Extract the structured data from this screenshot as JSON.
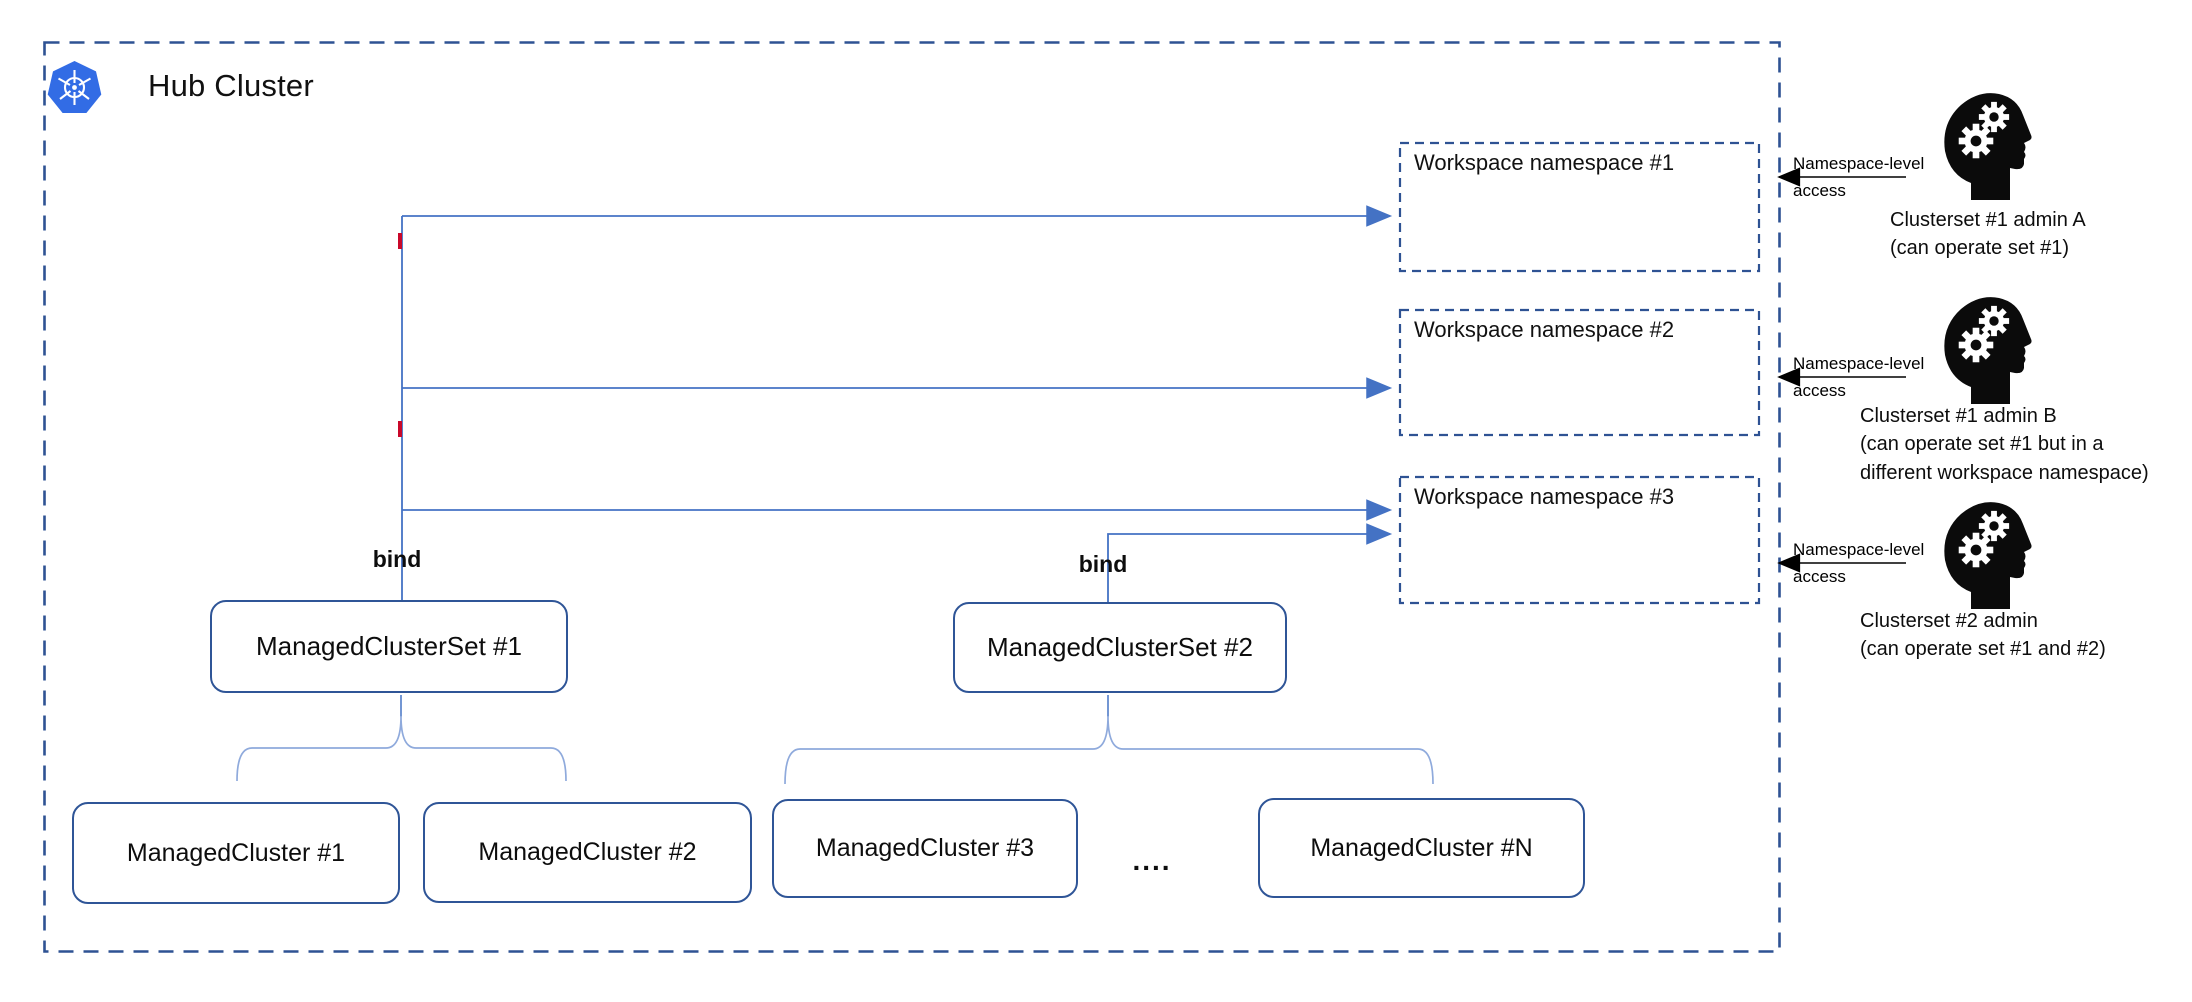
{
  "hub": {
    "title": "Hub Cluster"
  },
  "workspaces": [
    {
      "label": "Workspace namespace #1"
    },
    {
      "label": "Workspace namespace #2"
    },
    {
      "label": "Workspace namespace #3"
    }
  ],
  "bind_labels": [
    {
      "label": "bind"
    },
    {
      "label": "bind"
    }
  ],
  "clustersets": [
    {
      "label": "ManagedClusterSet #1"
    },
    {
      "label": "ManagedClusterSet #2"
    }
  ],
  "clusters": [
    {
      "label": "ManagedCluster #1"
    },
    {
      "label": "ManagedCluster #2"
    },
    {
      "label": "ManagedCluster #3"
    },
    {
      "label": "ManagedCluster #N"
    }
  ],
  "ellipsis": "....",
  "access_label": {
    "line1": "Namespace-level",
    "line2": "access"
  },
  "admins": [
    {
      "name": "Clusterset #1 admin A",
      "note": "(can operate set #1)"
    },
    {
      "name": "Clusterset #1 admin B",
      "note": "(can operate set #1 but in a\ndifferent workspace namespace)"
    },
    {
      "name": "Clusterset #2 admin",
      "note": "(can operate set #1 and #2)"
    }
  ],
  "colors": {
    "dashed_border": "#2E5293",
    "rounded_border": "#2F5597",
    "arrow_blue": "#4472C4",
    "brace": "#8FAADC",
    "access_arrow": "#000000",
    "red_tick": "#C9082A",
    "k8s_blue": "#326CE5",
    "icon_black": "#0B0B0B"
  }
}
